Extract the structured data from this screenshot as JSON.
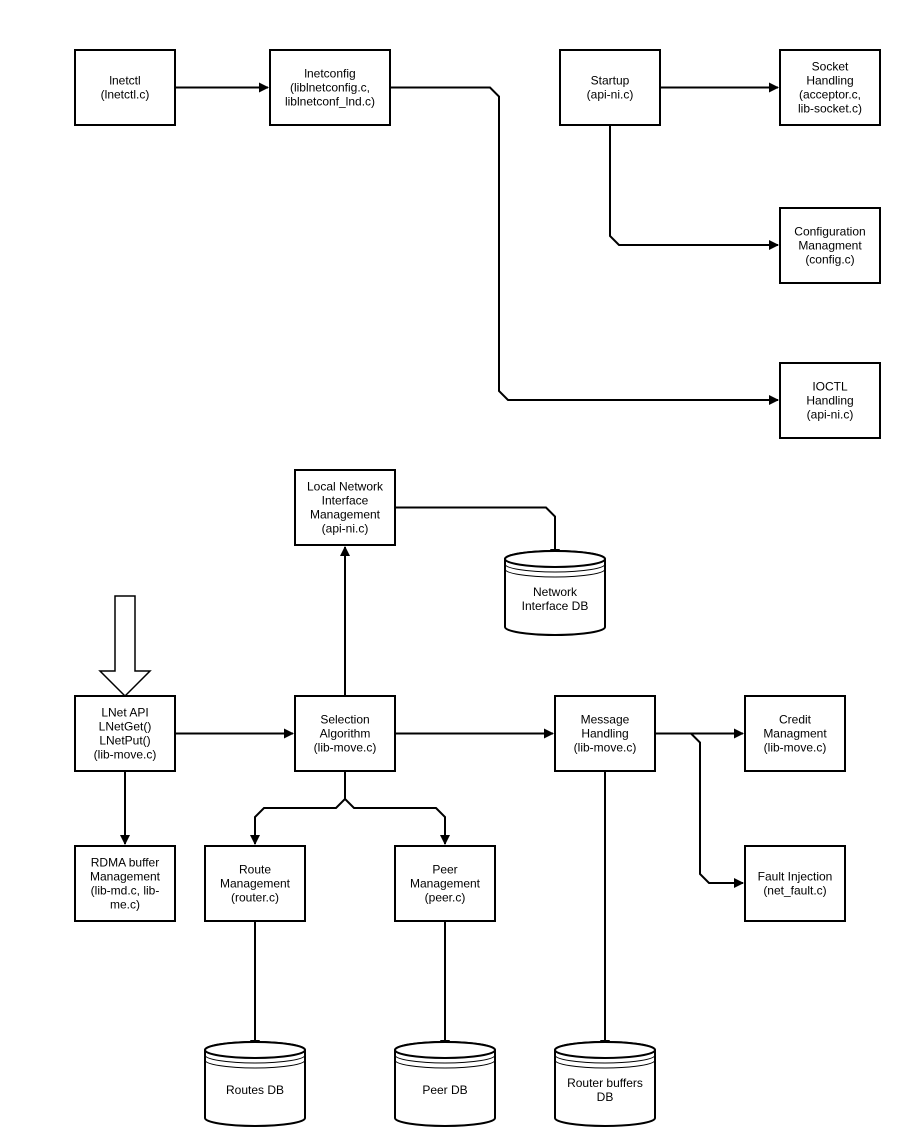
{
  "diagram": {
    "boxes": [
      {
        "id": "lnetctl",
        "lines": [
          "lnetctl",
          "(lnetctl.c)"
        ]
      },
      {
        "id": "lnetconfig",
        "lines": [
          "lnetconfig",
          "(liblnetconfig.c,",
          "liblnetconf_lnd.c)"
        ]
      },
      {
        "id": "startup",
        "lines": [
          "Startup",
          "(api-ni.c)"
        ]
      },
      {
        "id": "socket",
        "lines": [
          "Socket",
          "Handling",
          "(acceptor.c,",
          "lib-socket.c)"
        ]
      },
      {
        "id": "config",
        "lines": [
          "Configuration",
          "Managment",
          "(config.c)"
        ]
      },
      {
        "id": "ioctl",
        "lines": [
          "IOCTL",
          "Handling",
          "(api-ni.c)"
        ]
      },
      {
        "id": "localni",
        "lines": [
          "Local Network",
          "Interface",
          "Management",
          "(api-ni.c)"
        ]
      },
      {
        "id": "lnetapi",
        "lines": [
          "LNet API",
          "LNetGet()",
          "LNetPut()",
          "(lib-move.c)"
        ]
      },
      {
        "id": "selection",
        "lines": [
          "Selection",
          "Algorithm",
          "(lib-move.c)"
        ]
      },
      {
        "id": "message",
        "lines": [
          "Message",
          "Handling",
          "(lib-move.c)"
        ]
      },
      {
        "id": "credit",
        "lines": [
          "Credit",
          "Managment",
          "(lib-move.c)"
        ]
      },
      {
        "id": "rdma",
        "lines": [
          "RDMA buffer",
          "Management",
          "(lib-md.c, lib-",
          "me.c)"
        ]
      },
      {
        "id": "route",
        "lines": [
          "Route",
          "Management",
          "(router.c)"
        ]
      },
      {
        "id": "peer",
        "lines": [
          "Peer",
          "Management",
          "(peer.c)"
        ]
      },
      {
        "id": "fault",
        "lines": [
          "Fault Injection",
          "(net_fault.c)"
        ]
      }
    ],
    "databases": [
      {
        "id": "nidb",
        "lines": [
          "Network",
          "Interface DB"
        ]
      },
      {
        "id": "routesdb",
        "lines": [
          "Routes DB"
        ]
      },
      {
        "id": "peerdb",
        "lines": [
          "Peer DB"
        ]
      },
      {
        "id": "routerbufdb",
        "lines": [
          "Router buffers",
          "DB"
        ]
      }
    ],
    "connectors": [
      {
        "from": "lnetctl",
        "to": "lnetconfig"
      },
      {
        "from": "lnetconfig",
        "to": "ioctl"
      },
      {
        "from": "startup",
        "to": "socket"
      },
      {
        "from": "startup",
        "to": "config"
      },
      {
        "from": "localni",
        "to": "nidb"
      },
      {
        "from": "selection",
        "to": "localni"
      },
      {
        "from": "lnetapi",
        "to": "selection"
      },
      {
        "from": "selection",
        "to": "message"
      },
      {
        "from": "message",
        "to": "credit"
      },
      {
        "from": "message",
        "to": "fault"
      },
      {
        "from": "lnetapi",
        "to": "rdma"
      },
      {
        "from": "selection",
        "to": "route"
      },
      {
        "from": "selection",
        "to": "peer"
      },
      {
        "from": "route",
        "to": "routesdb"
      },
      {
        "from": "peer",
        "to": "peerdb"
      },
      {
        "from": "message",
        "to": "routerbufdb"
      }
    ],
    "entry_arrow": {
      "to": "lnetapi",
      "style": "hollow"
    },
    "colors": {
      "stroke": "#000000",
      "fill": "#ffffff",
      "text": "#000000"
    }
  }
}
